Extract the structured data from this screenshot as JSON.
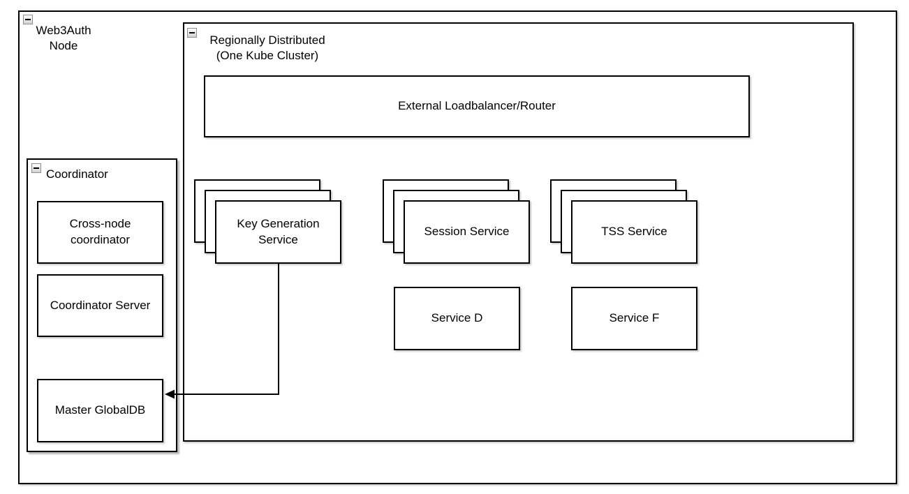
{
  "outer": {
    "label": "Web3Auth\nNode",
    "collapse_icon": "minus"
  },
  "regional": {
    "label": "Regionally Distributed\n(One Kube Cluster)",
    "collapse_icon": "minus"
  },
  "loadbalancer": {
    "label": "External Loadbalancer/Router"
  },
  "stacks": [
    {
      "label": "Key Generation\nService",
      "replicas_shown": 3
    },
    {
      "label": "Session Service",
      "replicas_shown": 3
    },
    {
      "label": "TSS Service",
      "replicas_shown": 3
    }
  ],
  "services": [
    {
      "label": "Service D"
    },
    {
      "label": "Service F"
    }
  ],
  "coordinator": {
    "label": "Coordinator",
    "collapse_icon": "minus",
    "children": [
      {
        "label": "Cross-node\ncoordinator"
      },
      {
        "label": "Coordinator Server"
      },
      {
        "label": "Master GlobalDB"
      }
    ]
  },
  "connector": {
    "from": "Key Generation Service",
    "to": "Master GlobalDB",
    "style": "orthogonal",
    "arrowhead": "left"
  },
  "colors": {
    "border": "#000000",
    "background": "#ffffff",
    "shadow": "#c8c8c8",
    "collapse_border": "#8f8f8f"
  }
}
